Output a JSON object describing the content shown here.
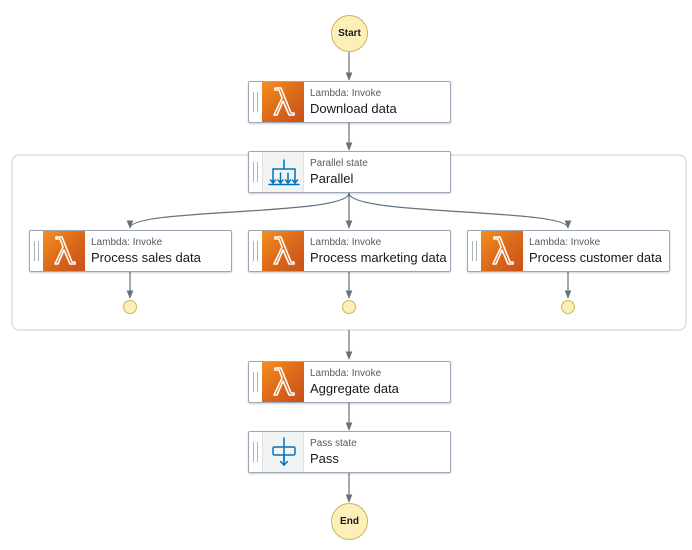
{
  "start_label": "Start",
  "end_label": "End",
  "nodes": {
    "download": {
      "type": "Lambda: Invoke",
      "label": "Download data",
      "icon": "lambda-icon"
    },
    "parallel": {
      "type": "Parallel state",
      "label": "Parallel",
      "icon": "parallel-branch-icon"
    },
    "sales": {
      "type": "Lambda: Invoke",
      "label": "Process sales data",
      "icon": "lambda-icon"
    },
    "marketing": {
      "type": "Lambda: Invoke",
      "label": "Process marketing data",
      "icon": "lambda-icon"
    },
    "customer": {
      "type": "Lambda: Invoke",
      "label": "Process customer data",
      "icon": "lambda-icon"
    },
    "aggregate": {
      "type": "Lambda: Invoke",
      "label": "Aggregate data",
      "icon": "lambda-icon"
    },
    "pass": {
      "type": "Pass state",
      "label": "Pass",
      "icon": "pass-state-icon"
    }
  },
  "colors": {
    "lambda_orange": "#e07b1d",
    "terminal_fill": "#fcf0b8",
    "connector": "#687078",
    "icon_blue": "#0073bb"
  }
}
